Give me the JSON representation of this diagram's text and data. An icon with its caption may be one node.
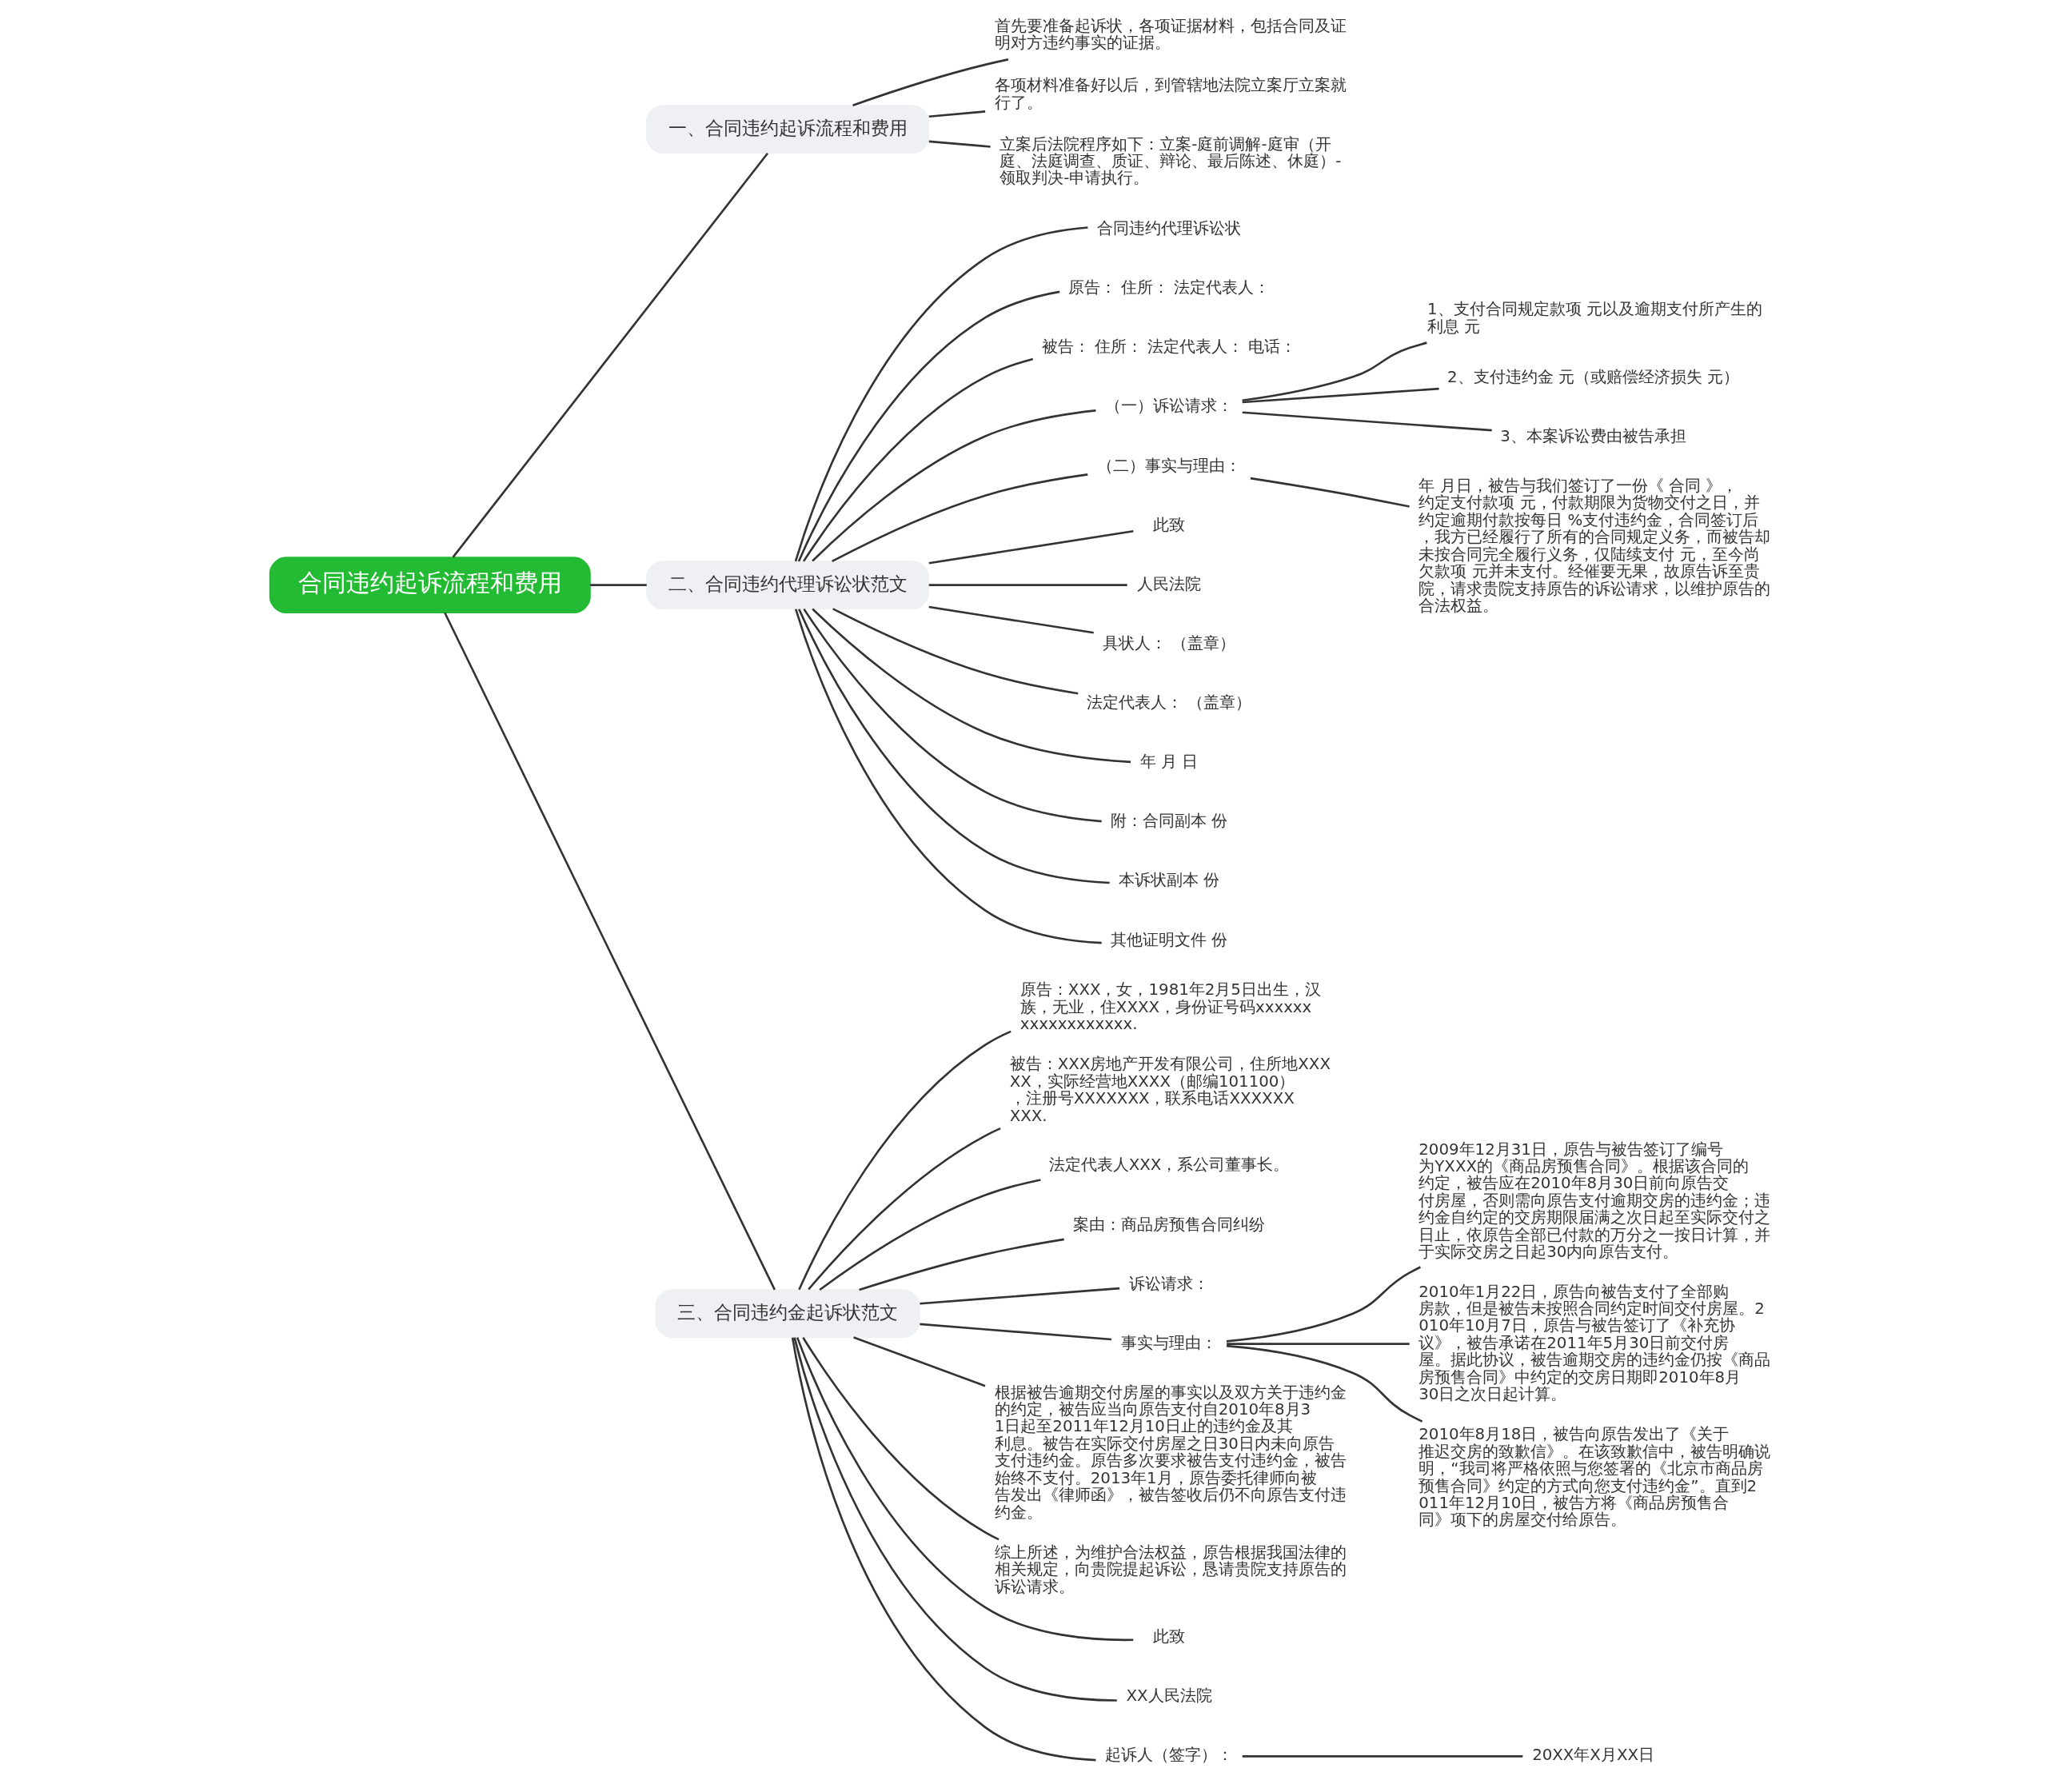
{
  "diagram": {
    "nodes": [
      {
        "text": [
          "合同违约起诉流程和费用"
        ]
      },
      {
        "text": [
          "一、合同违约起诉流程和费用"
        ]
      },
      {
        "text": [
          "首先要准备起诉状，各项证据材料，包括合同及证明对方违约事实的证据。"
        ]
      },
      {
        "text": [
          "各项材料准备好以后，到管辖地法院立案厅立案就行了。"
        ]
      },
      {
        "text": [
          "立案后法院程序如下：立案-庭前调解-庭审（开庭、法庭调查、质证、辩论、最后陈述、休庭）-领取判决-申请执行。"
        ]
      },
      {
        "text": [
          "二、合同违约代理诉讼状范文"
        ]
      },
      {
        "text": [
          "合同违约代理诉讼状"
        ]
      },
      {
        "text": [
          "原告： 住所： 法定代表人："
        ]
      },
      {
        "text": [
          "被告： 住所： 法定代表人： 电话："
        ]
      },
      {
        "text": [
          "（一）诉讼请求："
        ]
      },
      {
        "text": [
          "1、支付合同规定款项 元以及逾期支付所产生的利息 元"
        ]
      },
      {
        "text": [
          "2、支付违约金 元（或赔偿经济损失 元）"
        ]
      },
      {
        "text": [
          "3、本案诉讼费由被告承担"
        ]
      },
      {
        "text": [
          "（二）事实与理由："
        ]
      },
      {
        "text": [
          "年 月日，被告与我们签订了一份《 合同 》，约定支付款项 元，付款期限为货物交付之日，并约定逾期付款按每日 %支付违约金，合同签订后，我方已经履行了所有的合同规定义务，而被告却未按合同完全履行义务，仅陆续支付 元，至今尚欠款项 元并未支付。经催要无果，故原告诉至贵院，请求贵院支持原告的诉讼请求，以维护原告的合法权益。"
        ]
      },
      {
        "text": [
          "此致"
        ]
      },
      {
        "text": [
          "人民法院"
        ]
      },
      {
        "text": [
          "具状人： （盖章）"
        ]
      },
      {
        "text": [
          "法定代表人： （盖章）"
        ]
      },
      {
        "text": [
          "年 月 日"
        ]
      },
      {
        "text": [
          "附：合同副本 份"
        ]
      },
      {
        "text": [
          "本诉状副本 份"
        ]
      },
      {
        "text": [
          "其他证明文件 份"
        ]
      },
      {
        "text": [
          "三、合同违约金起诉状范文"
        ]
      },
      {
        "text": [
          "原告：XXX，女，1981年2月5日出生，汉族，无业，住XXXX，身份证号码xxxxxxxxxxxxxxxxxx."
        ]
      },
      {
        "text": [
          "被告：XXX房地产开发有限公司，住所地XXXXX，实际经营地XXXX（邮编101100），注册号XXXXXXX，联系电话XXXXXXXXX."
        ]
      },
      {
        "text": [
          "法定代表人XXX，系公司董事长。"
        ]
      },
      {
        "text": [
          "案由：商品房预售合同纠纷"
        ]
      },
      {
        "text": [
          "诉讼请求："
        ]
      },
      {
        "text": [
          "事实与理由："
        ]
      },
      {
        "text": [
          "2009年12月31日，原告与被告签订了编号为YXXX的《商品房预售合同》。根据该合同的约定，被告应在2010年8月30日前向原告交付房屋，否则需向原告支付逾期交房的违约金；违约金自约定的交房期限届满之次日起至实际交付之日止，依原告全部已付款的万分之一按日计算，并于实际交房之日起30内向原告支付。"
        ]
      },
      {
        "text": [
          "2010年1月22日，原告向被告支付了全部购房款，但是被告未按照合同约定时间交付房屋。2010年10月7日，原告与被告签订了《补充协议》，被告承诺在2011年5月30日前交付房屋。据此协议，被告逾期交房的违约金仍按《商品房预售合同》中约定的交房日期即2010年8月30日之次日起计算。"
        ]
      },
      {
        "text": [
          "2010年8月18日，被告向原告发出了《关于推迟交房的致歉信》。在该致歉信中，被告明确说明，“我司将严格依照与您签署的《北京市商品房预售合同》约定的方式向您支付违约金”。直到2011年12月10日，被告方将《商品房预售合同》项下的房屋交付给原告。"
        ]
      },
      {
        "text": [
          "根据被告逾期交付房屋的事实以及双方关于违约金的约定，被告应当向原告支付自2010年8月31日起至2011年12月10日止的违约金及其利息。被告在实际交付房屋之日30日内未向原告支付违约金。原告多次要求被告支付违约金，被告始终不支付。2013年1月，原告委托律师向被告发出《律师函》，被告签收后仍不向原告支付违约金。"
        ]
      },
      {
        "text": [
          "综上所述，为维护合法权益，原告根据我国法律的相关规定，向贵院提起诉讼，恳请贵院支持原告的诉讼请求。"
        ]
      },
      {
        "text": [
          "此致"
        ]
      },
      {
        "text": [
          "XX人民法院"
        ]
      },
      {
        "text": [
          "起诉人（签字）："
        ]
      },
      {
        "text": [
          "20XX年X月XX日"
        ]
      }
    ],
    "edges": [
      {
        "from": 0,
        "to": 1,
        "arrow": "none"
      },
      {
        "from": 1,
        "to": 2,
        "arrow": "none"
      },
      {
        "from": 1,
        "to": 3,
        "arrow": "none"
      },
      {
        "from": 1,
        "to": 4,
        "arrow": "none"
      },
      {
        "from": 0,
        "to": 5,
        "arrow": "none"
      },
      {
        "from": 5,
        "to": 6,
        "arrow": "none"
      },
      {
        "from": 5,
        "to": 7,
        "arrow": "none"
      },
      {
        "from": 5,
        "to": 8,
        "arrow": "none"
      },
      {
        "from": 5,
        "to": 9,
        "arrow": "none"
      },
      {
        "from": 9,
        "to": 10,
        "arrow": "none"
      },
      {
        "from": 9,
        "to": 11,
        "arrow": "none"
      },
      {
        "from": 9,
        "to": 12,
        "arrow": "none"
      },
      {
        "from": 5,
        "to": 13,
        "arrow": "none"
      },
      {
        "from": 13,
        "to": 14,
        "arrow": "none"
      },
      {
        "from": 5,
        "to": 15,
        "arrow": "none"
      },
      {
        "from": 5,
        "to": 16,
        "arrow": "none"
      },
      {
        "from": 5,
        "to": 17,
        "arrow": "none"
      },
      {
        "from": 5,
        "to": 18,
        "arrow": "none"
      },
      {
        "from": 5,
        "to": 19,
        "arrow": "none"
      },
      {
        "from": 5,
        "to": 20,
        "arrow": "none"
      },
      {
        "from": 5,
        "to": 21,
        "arrow": "none"
      },
      {
        "from": 5,
        "to": 22,
        "arrow": "none"
      },
      {
        "from": 0,
        "to": 23,
        "arrow": "none"
      },
      {
        "from": 23,
        "to": 24,
        "arrow": "none"
      },
      {
        "from": 23,
        "to": 25,
        "arrow": "none"
      },
      {
        "from": 23,
        "to": 26,
        "arrow": "none"
      },
      {
        "from": 23,
        "to": 27,
        "arrow": "none"
      },
      {
        "from": 23,
        "to": 28,
        "arrow": "none"
      },
      {
        "from": 23,
        "to": 29,
        "arrow": "none"
      },
      {
        "from": 29,
        "to": 30,
        "arrow": "none"
      },
      {
        "from": 29,
        "to": 31,
        "arrow": "none"
      },
      {
        "from": 29,
        "to": 32,
        "arrow": "none"
      },
      {
        "from": 23,
        "to": 33,
        "arrow": "none"
      },
      {
        "from": 23,
        "to": 34,
        "arrow": "none"
      },
      {
        "from": 23,
        "to": 35,
        "arrow": "none"
      },
      {
        "from": 23,
        "to": 36,
        "arrow": "none"
      },
      {
        "from": 23,
        "to": 37,
        "arrow": "none"
      },
      {
        "from": 37,
        "to": 38,
        "arrow": "none"
      }
    ]
  }
}
